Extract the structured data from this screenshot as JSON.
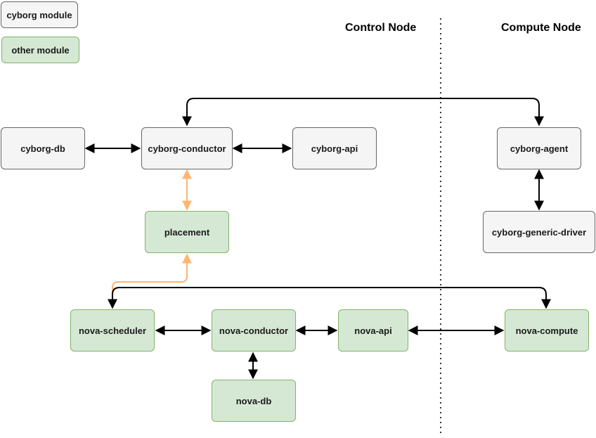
{
  "legend": {
    "cyborg_module": "cyborg module",
    "other_module": "other module"
  },
  "sections": {
    "control_node": "Control Node",
    "compute_node": "Compute Node"
  },
  "nodes": {
    "cyborg_db": "cyborg-db",
    "cyborg_conductor": "cyborg-conductor",
    "cyborg_api": "cyborg-api",
    "cyborg_agent": "cyborg-agent",
    "cyborg_generic_driver": "cyborg-generic-driver",
    "placement": "placement",
    "nova_scheduler": "nova-scheduler",
    "nova_conductor": "nova-conductor",
    "nova_api": "nova-api",
    "nova_compute": "nova-compute",
    "nova_db": "nova-db"
  },
  "colors": {
    "cyborg_fill": "#f5f5f5",
    "cyborg_border": "#666666",
    "other_fill": "#d5e8d4",
    "other_border": "#82b366",
    "placement_link": "#ffb570",
    "link": "#000000"
  }
}
